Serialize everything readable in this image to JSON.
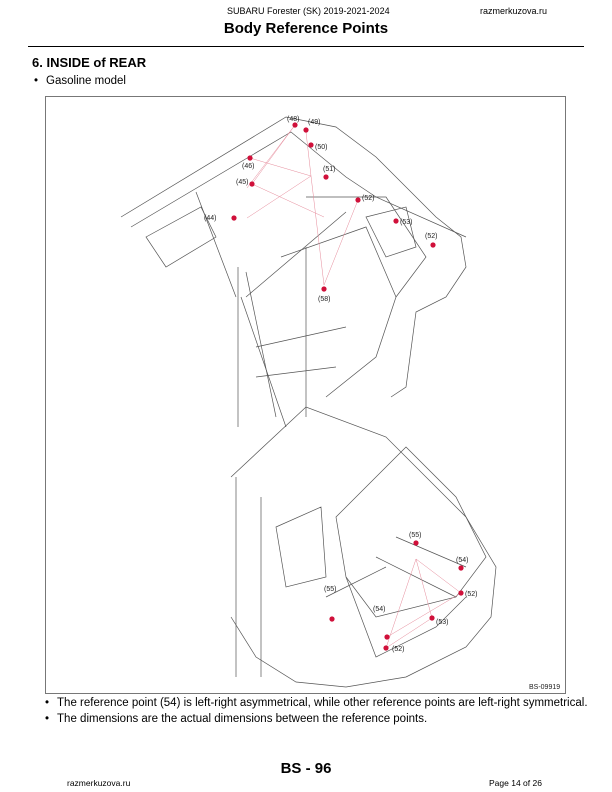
{
  "header": {
    "doc_title": "SUBARU Forester (SK) 2019-2021-2024",
    "site": "razmerkuzova.ru",
    "page_title": "Body Reference Points"
  },
  "section": {
    "heading": "6.  INSIDE of REAR",
    "model_bullet": "Gasoline model"
  },
  "figure": {
    "code": "BS-09919",
    "point_color": "#d0103a",
    "top_points": [
      {
        "label": "(48)"
      },
      {
        "label": "(49)"
      },
      {
        "label": "(50)"
      },
      {
        "label": "(46)"
      },
      {
        "label": "(51)"
      },
      {
        "label": "(45)"
      },
      {
        "label": "(44)"
      },
      {
        "label": "(52)"
      },
      {
        "label": "(53)"
      },
      {
        "label": "(52)"
      },
      {
        "label": "(58)"
      }
    ],
    "bottom_points": [
      {
        "label": "(55)"
      },
      {
        "label": "(54)"
      },
      {
        "label": "(52)"
      },
      {
        "label": "(55)"
      },
      {
        "label": "(54)"
      },
      {
        "label": "(53)"
      },
      {
        "label": "(52)"
      }
    ]
  },
  "notes": [
    "The reference point (54) is left-right asymmetrical, while other reference points are left-right symmetrical.",
    "The dimensions are the actual dimensions between the reference points."
  ],
  "footer": {
    "page_code": "BS - 96",
    "site": "razmerkuzova.ru",
    "page_of": "Page 14 of 26"
  }
}
